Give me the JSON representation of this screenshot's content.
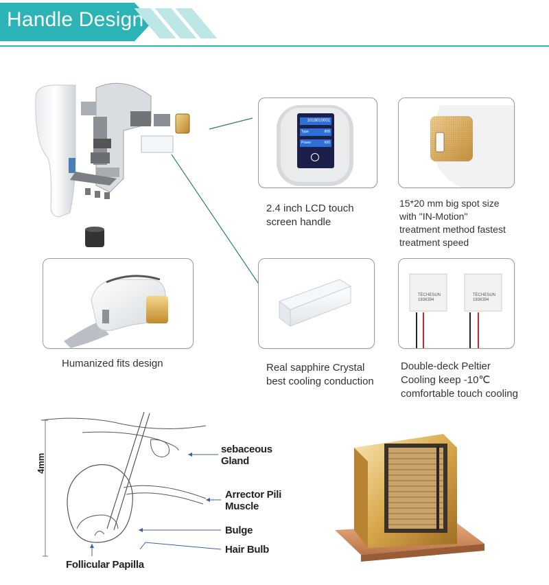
{
  "header": {
    "title": "Handle Design"
  },
  "colors": {
    "accent": "#2bb3b6",
    "accent_light": "#bde6e7",
    "gold": "#d9a94e"
  },
  "features": {
    "lcd": {
      "caption": "2.4 inch LCD touch\nscreen handle"
    },
    "screen": {
      "id": "1019010001",
      "row2_label": "Type",
      "row2_value": "808",
      "row3_label": "Power",
      "row3_value": "600"
    },
    "spot": {
      "caption_size": "15*20",
      "caption": " mm big spot size\nwith \"IN-Motion\"\ntreatment method fastest\ntreatment speed"
    },
    "fits": {
      "caption": "Humanized fits design"
    },
    "sapphire": {
      "caption": "Real sapphire Crystal\nbest cooling conduction"
    },
    "peltier": {
      "caption": "Double-deck Peltier\nCooling keep -10℃\ncomfortable touch cooling",
      "chip_text": "TECHESUN\n1936394"
    }
  },
  "diagram": {
    "scale": "4mm",
    "labels": {
      "gland": "sebaceous\nGland",
      "muscle": "Arrector Pili\nMuscle",
      "bulge": "Bulge",
      "bulb": "Hair Bulb",
      "papilla": "Follicular Papilla"
    }
  }
}
